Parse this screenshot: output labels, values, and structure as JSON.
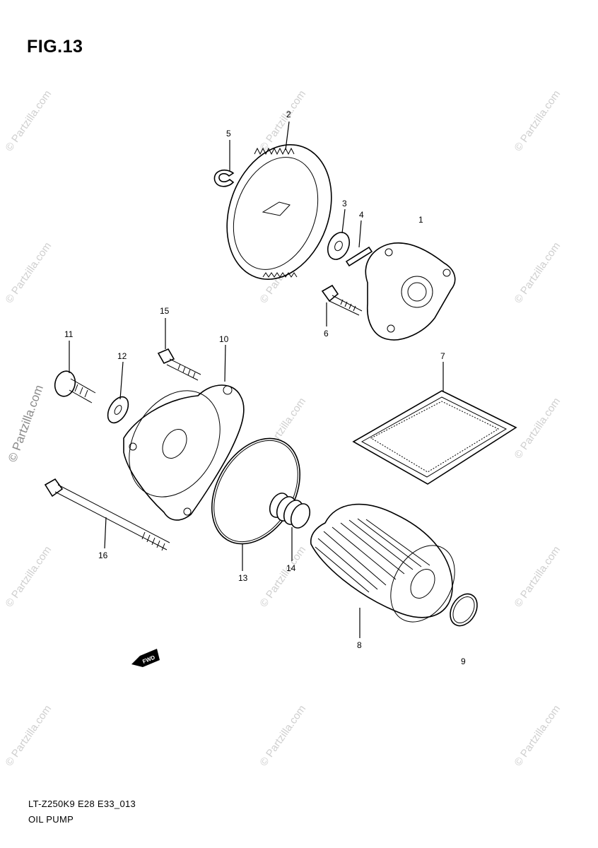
{
  "figure_title": "FIG.13",
  "footer": {
    "code": "LT-Z250K9 E28 E33_013",
    "name": "OIL PUMP"
  },
  "watermark": "© Partzilla.com",
  "fwd_label": "FWD",
  "callouts": {
    "c1": "1",
    "c2": "2",
    "c3": "3",
    "c4": "4",
    "c5": "5",
    "c6": "6",
    "c7": "7",
    "c8": "8",
    "c9": "9",
    "c10": "10",
    "c11": "11",
    "c12": "12",
    "c13": "13",
    "c14": "14",
    "c15": "15",
    "c16": "16"
  }
}
